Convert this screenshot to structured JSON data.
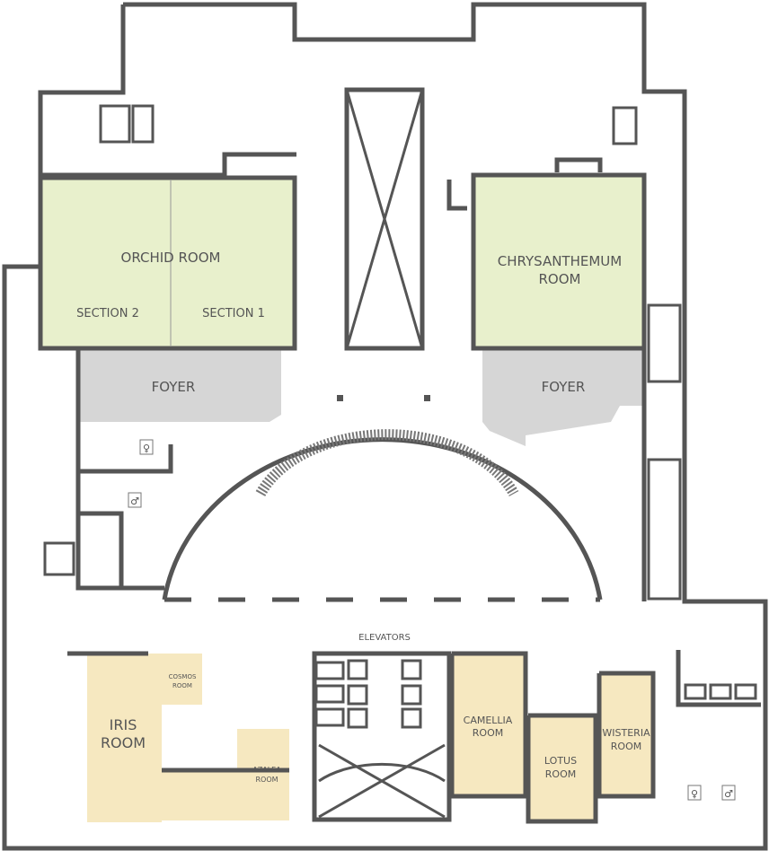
{
  "floorplan": {
    "rooms": {
      "orchid": {
        "name": "ORCHID ROOM",
        "section2": "SECTION 2",
        "section1": "SECTION 1"
      },
      "chrysanthemum": {
        "line1": "CHRYSANTHEMUM",
        "line2": "ROOM"
      },
      "foyer_left": "FOYER",
      "foyer_right": "FOYER",
      "elevators": "ELEVATORS",
      "iris": {
        "line1": "IRIS",
        "line2": "ROOM"
      },
      "cosmos": {
        "line1": "COSMOS",
        "line2": "ROOM"
      },
      "azalea": {
        "line1": "AZALEA",
        "line2": "ROOM"
      },
      "camellia": {
        "line1": "CAMELLIA",
        "line2": "ROOM"
      },
      "lotus": {
        "line1": "LOTUS",
        "line2": "ROOM"
      },
      "wisteria": {
        "line1": "WISTERIA",
        "line2": "ROOM"
      }
    },
    "colors": {
      "wall": "#555555",
      "upper_rooms": "#e8f0cc",
      "lower_rooms": "#f6e8c0",
      "foyer": "#d6d6d6"
    },
    "icons": [
      "restroom-icon",
      "elevator-icon",
      "stairs-icon"
    ]
  }
}
